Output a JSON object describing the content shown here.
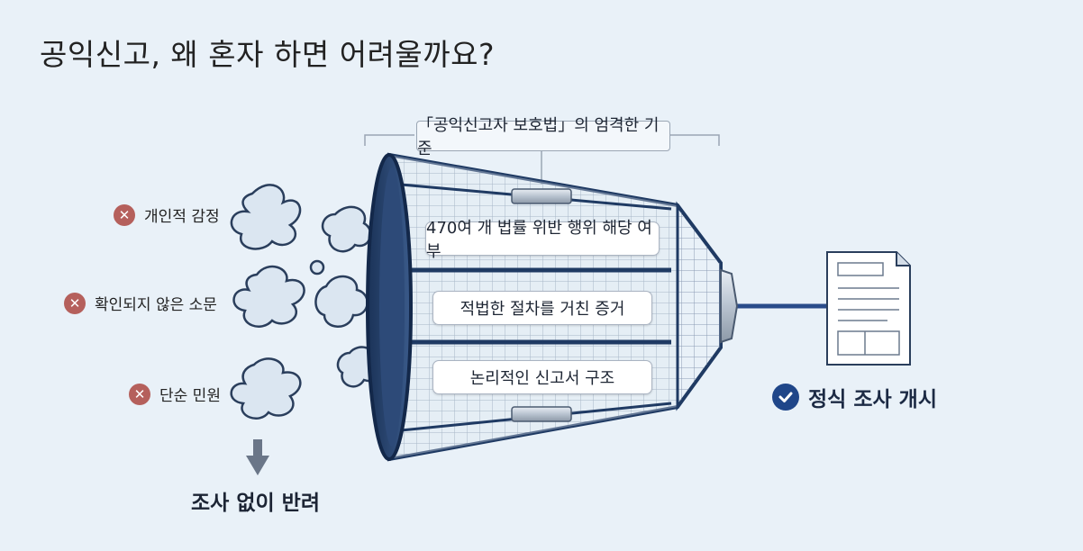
{
  "title": "공익신고, 왜 혼자 하면 어려울까요?",
  "funnel": {
    "label": "「공익신고자 보호법」의 엄격한 기준",
    "criteria": [
      "470여 개 법률 위반 행위 해당 여부",
      "적법한 절차를 거친 증거",
      "논리적인 신고서 구조"
    ]
  },
  "rejected": {
    "items": [
      "개인적 감정",
      "확인되지 않은 소문",
      "단순 민원"
    ],
    "result": "조사 없이 반려"
  },
  "accepted": {
    "result": "정식 조사 개시"
  },
  "colors": {
    "background": "#e9f1f8",
    "funnel_stroke": "#1f3a63",
    "reject_badge": "#b5605c",
    "accept_badge": "#1f4689",
    "blob_fill": "#dbe6f1"
  }
}
